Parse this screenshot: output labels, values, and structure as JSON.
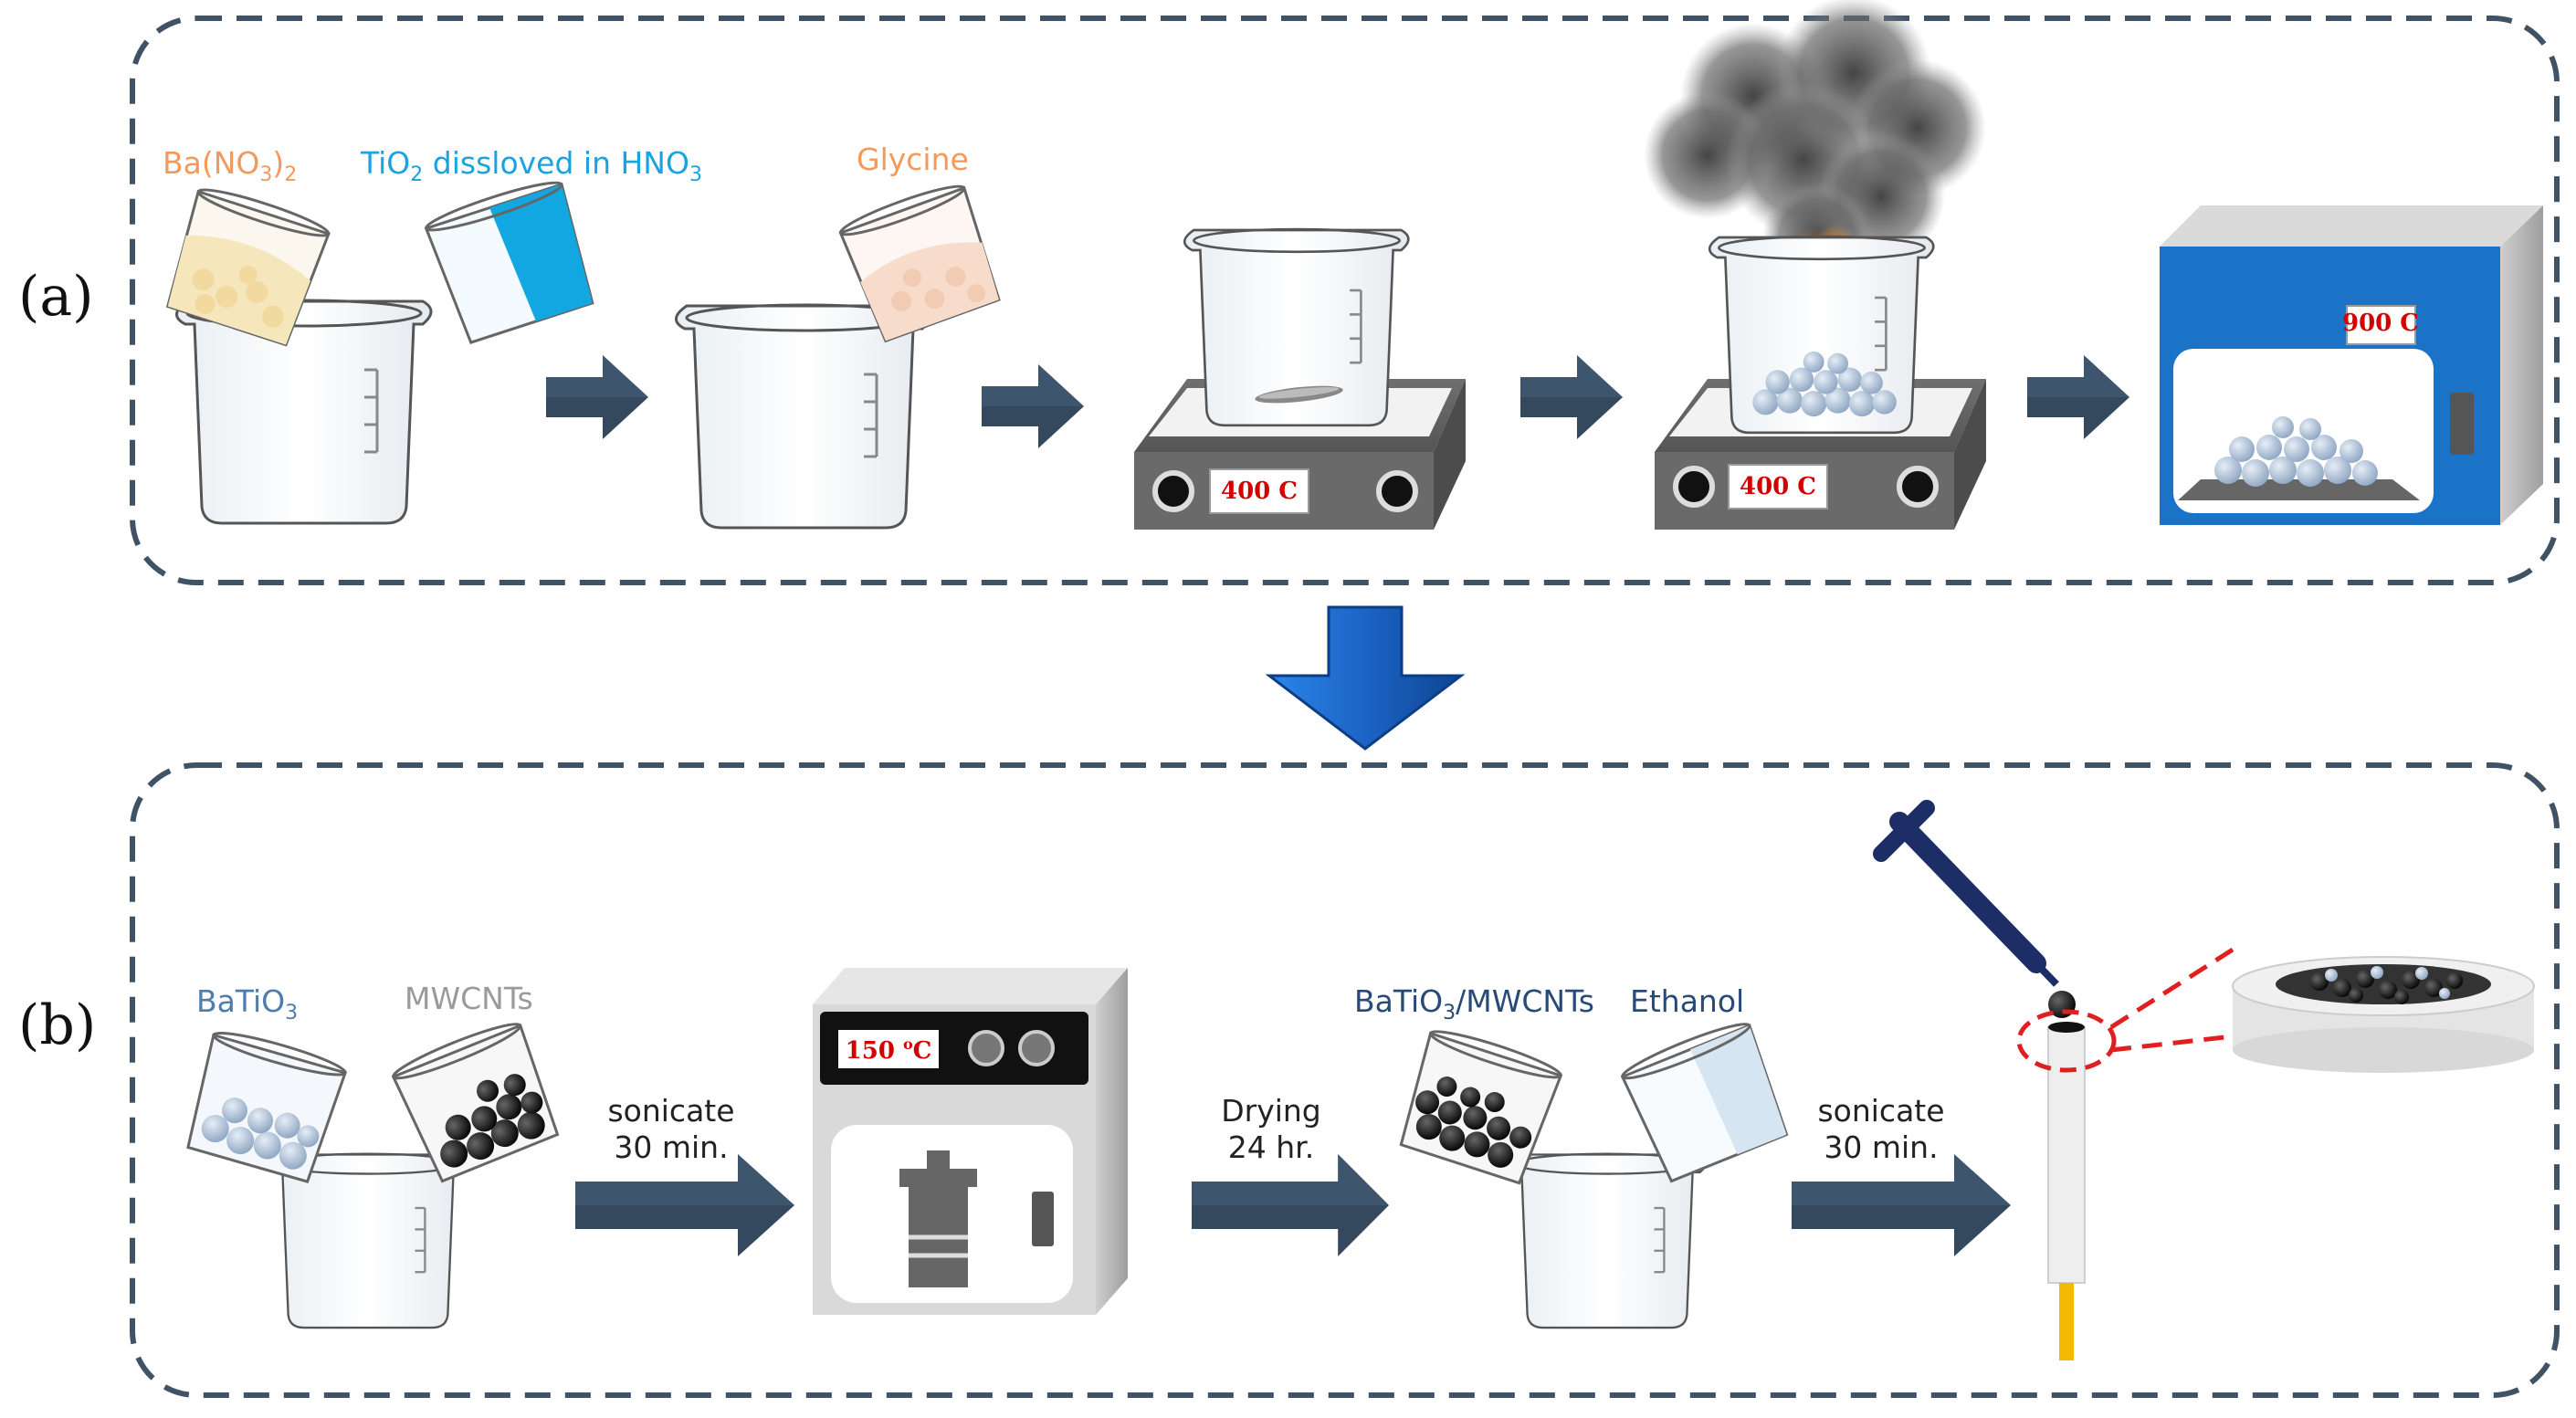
{
  "panels": {
    "a": {
      "label": "(a)"
    },
    "b": {
      "label": "(b)"
    }
  },
  "panel_a": {
    "reagent_1": "Ba(NO",
    "reagent_1_sub_3": "3",
    "reagent_1_close": ")",
    "reagent_1_sub_2": "2",
    "reagent_2": "TiO",
    "reagent_2_sub_2": "2",
    "reagent_2_rest": " dissloved in HNO",
    "reagent_2_sub_3": "3",
    "reagent_3": "Glycine",
    "hotplate_1_temp": "400 C",
    "hotplate_2_temp": "400 C",
    "furnace_temp": "900 C"
  },
  "panel_b": {
    "reagent_1": "BaTiO",
    "reagent_1_sub_3": "3",
    "reagent_2": "MWCNTs",
    "step_1_line_1": "sonicate",
    "step_1_line_2": "30 min.",
    "oven_temp": "150 ",
    "oven_temp_sup": "o",
    "oven_temp_unit": "C",
    "step_2_line_1": "Drying",
    "step_2_line_2": "24 hr.",
    "reagent_3": "BaTiO",
    "reagent_3_sub_3": "3",
    "reagent_3_rest": "/MWCNTs",
    "reagent_4": "Ethanol",
    "step_3_line_1": "sonicate",
    "step_3_line_2": "30 min."
  },
  "colors": {
    "frame": "#3f5266",
    "arrow": "#34495e",
    "big_arrow": "#1a64c4",
    "solution": "#a9d1ee",
    "cyan_solution": "#12a7e0",
    "yellow_powder": "#f6e6bc",
    "pink_powder": "#f7dccb",
    "particle": "#a7bcd6",
    "cnt": "#111111",
    "oven_blue": "#1b73c8",
    "temp_red": "#d40000"
  }
}
